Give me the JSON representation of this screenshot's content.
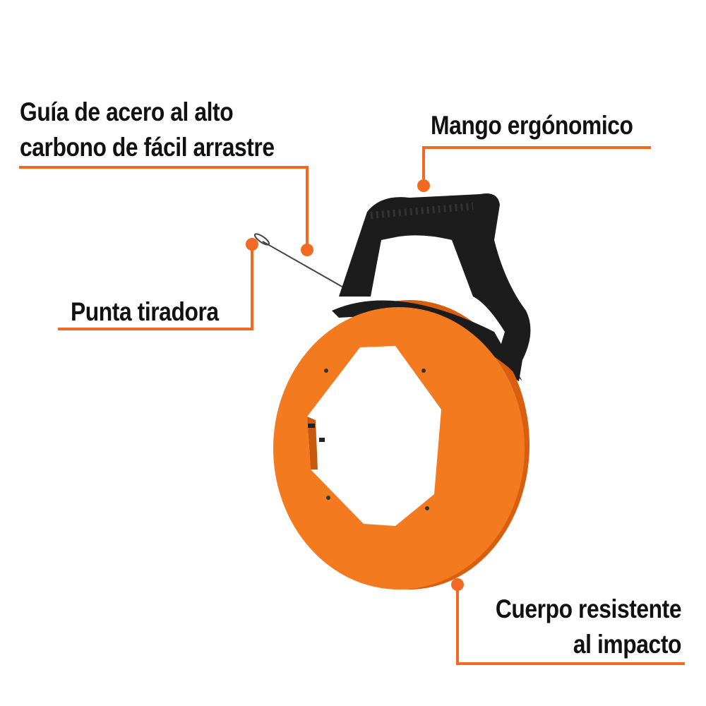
{
  "callouts": {
    "guide": {
      "line1": "Guía de acero al alto",
      "line2": "carbono de fácil arrastre"
    },
    "handle": {
      "line1": "Mango ergónomico"
    },
    "tip": {
      "line1": "Punta tiradora"
    },
    "body": {
      "line1": "Cuerpo resistente",
      "line2": "al impacto"
    }
  },
  "colors": {
    "accent": "#f26a21",
    "reel": "#f47a20",
    "handle": "#1a1a1a"
  }
}
